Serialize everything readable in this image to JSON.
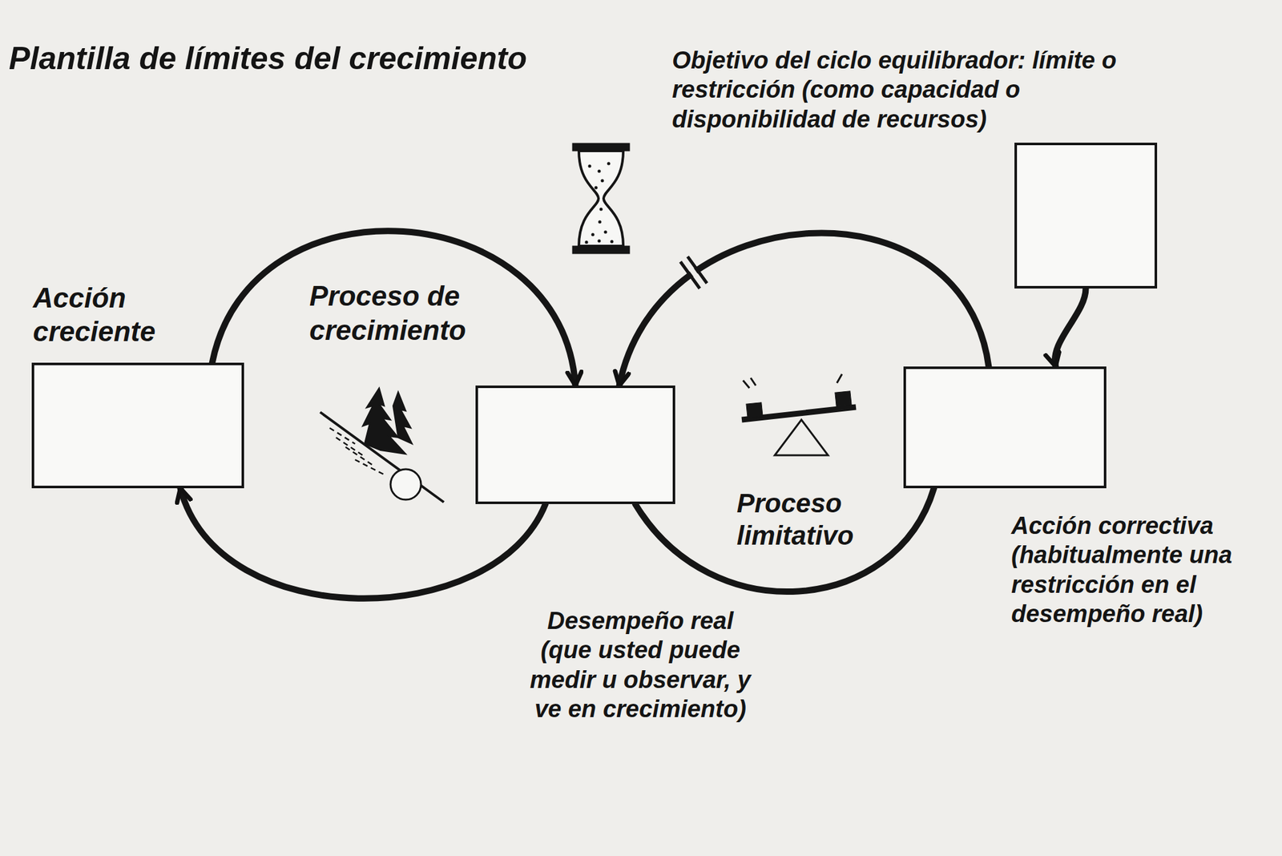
{
  "diagram": {
    "title": "Plantilla de límites del crecimiento",
    "nodes": [
      {
        "text": [
          "Acción creciente"
        ]
      },
      {
        "text": [
          "Objetivo del ciclo equilibrador: límite o restricción (como capacidad o disponibilidad de recursos)"
        ]
      },
      {
        "text": [
          "Desempeño real (que usted puede medir u observar, y ve en crecimiento)"
        ]
      },
      {
        "text": [
          "Acción correctiva (habitualmente una restricción en el desempeño real)"
        ]
      }
    ],
    "edges": [
      {
        "from": 0,
        "to": 2,
        "arrow": "to"
      },
      {
        "from": 2,
        "to": 0,
        "arrow": "to"
      },
      {
        "from": 3,
        "to": 2,
        "arrow": "to"
      },
      {
        "from": 2,
        "to": 3,
        "arrow": "none"
      },
      {
        "from": 1,
        "to": 3,
        "arrow": "to"
      }
    ],
    "labels": [
      "Proceso de crecimiento",
      "Proceso limitativo"
    ]
  }
}
